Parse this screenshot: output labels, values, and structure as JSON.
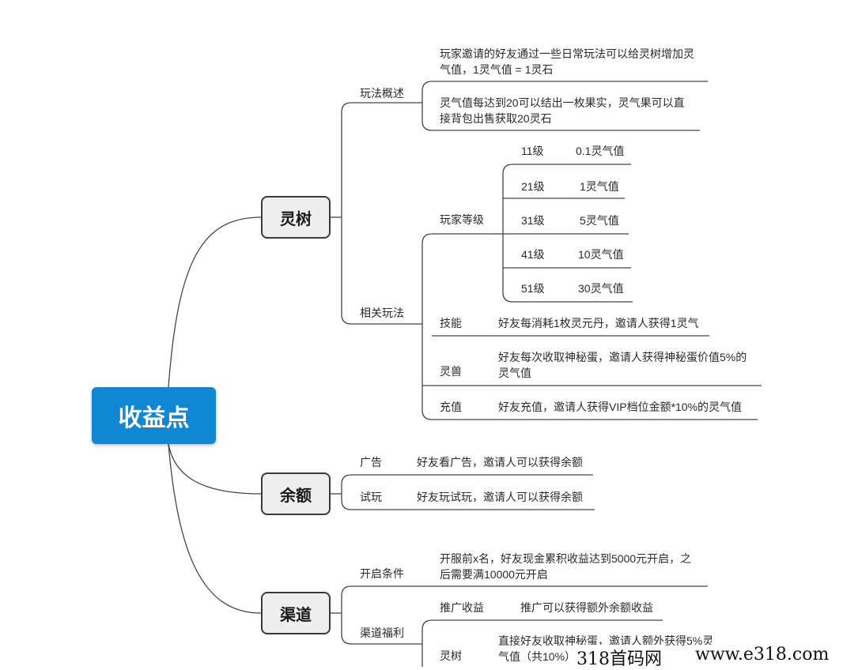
{
  "root": "收益点",
  "branches": {
    "lingshu": {
      "label": "灵树",
      "overview": {
        "label": "玩法概述",
        "item1": [
          "玩家邀请的好友通过一些日常玩法可以给灵树增加灵",
          "气值，1灵气值 = 1灵石"
        ],
        "item2": [
          "灵气值每达到20可以结出一枚果实，灵气果可以直",
          "接背包出售获取20灵石"
        ]
      },
      "related": {
        "label": "相关玩法",
        "levels": {
          "label": "玩家等级",
          "rows": [
            {
              "level": "11级",
              "value": "0.1灵气值"
            },
            {
              "level": "21级",
              "value": "1灵气值"
            },
            {
              "level": "31级",
              "value": "5灵气值"
            },
            {
              "level": "41级",
              "value": "10灵气值"
            },
            {
              "level": "51级",
              "value": "30灵气值"
            }
          ]
        },
        "skill": {
          "label": "技能",
          "desc": "好友每消耗1枚灵元丹，邀请人获得1灵气"
        },
        "beast": {
          "label": "灵兽",
          "desc": [
            "好友每次收取神秘蛋，邀请人获得神秘蛋价值5%的",
            "灵气值"
          ]
        },
        "recharge": {
          "label": "充值",
          "desc": "好友充值，邀请人获得VIP档位金额*10%的灵气值"
        }
      }
    },
    "yue": {
      "label": "余额",
      "ad": {
        "label": "广告",
        "desc": "好友看广告，邀请人可以获得余额"
      },
      "trial": {
        "label": "试玩",
        "desc": "好友玩试玩，邀请人可以获得余额"
      }
    },
    "qudao": {
      "label": "渠道",
      "open": {
        "label": "开启条件",
        "desc": [
          "开服前x名，好友现金累积收益达到5000元开启，之",
          "后需要满10000元开启"
        ]
      },
      "benefit": {
        "label": "渠道福利",
        "promo": {
          "label": "推广收益",
          "desc": "推广可以获得额外余额收益"
        },
        "tree": {
          "label": "灵树",
          "desc": [
            "直接好友收取神秘蛋，邀请人额外获得5%灵",
            "气值（共10%）"
          ]
        }
      }
    }
  },
  "watermark": {
    "brand": "318首码网",
    "url": "www.e318.com"
  }
}
